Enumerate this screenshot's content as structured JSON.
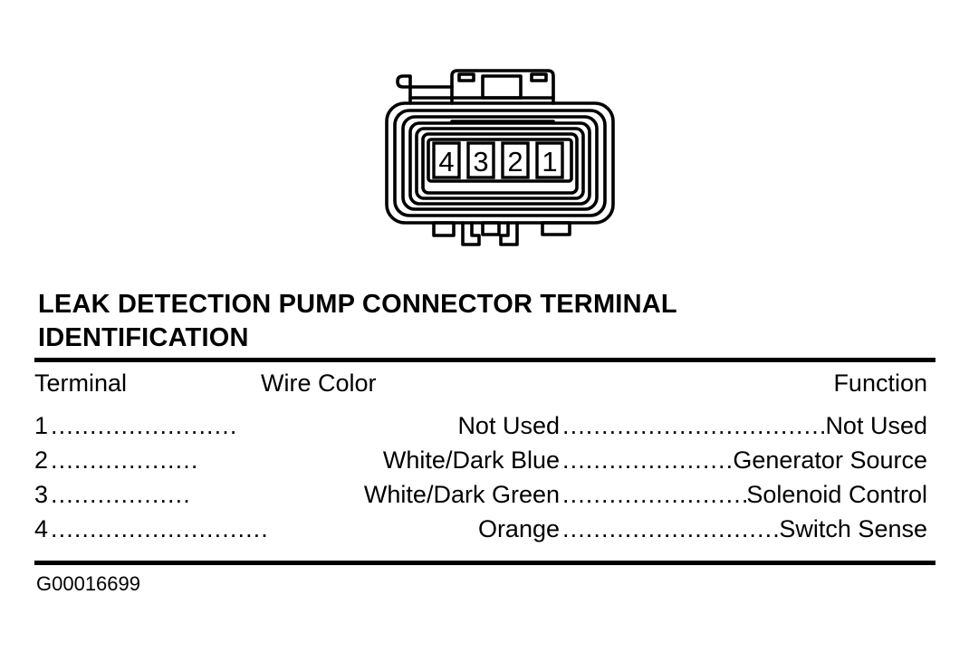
{
  "figure": {
    "name": "leak-detection-pump-connector",
    "terminal_labels": [
      "4",
      "3",
      "2",
      "1"
    ],
    "description": "Four-cavity electrical connector face view with terminal cavities numbered 4, 3, 2, 1 from left to right"
  },
  "title": {
    "line1": "LEAK DETECTION PUMP CONNECTOR TERMINAL",
    "line2": "IDENTIFICATION"
  },
  "table": {
    "headers": {
      "terminal": "Terminal",
      "wire_color": "Wire Color",
      "function": "Function"
    },
    "rows": [
      {
        "terminal": "1",
        "wire_color": "Not Used",
        "function": "Not Used",
        "leader_a": "........................",
        "leader_b": "..........................................."
      },
      {
        "terminal": "2",
        "wire_color": "White/Dark Blue",
        "function": "Generator Source",
        "leader_a": "...................",
        "leader_b": "........................."
      },
      {
        "terminal": "3",
        "wire_color": "White/Dark Green",
        "function": "Solenoid Control",
        "leader_a": "..................",
        "leader_b": "........................."
      },
      {
        "terminal": "4",
        "wire_color": "Orange",
        "function": "Switch Sense",
        "leader_a": "............................",
        "leader_b": "..................................."
      }
    ]
  },
  "footer": {
    "figure_id": "G00016699"
  },
  "colors": {
    "ink": "#000000",
    "paper": "#ffffff"
  }
}
